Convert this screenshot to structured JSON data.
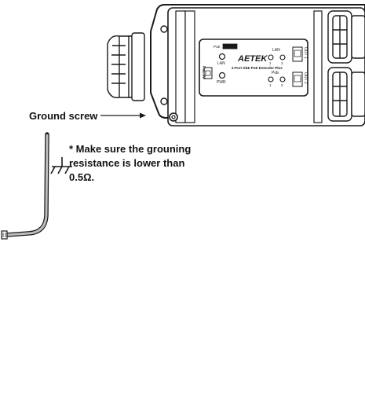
{
  "labels": {
    "ground_screw": "Ground screw",
    "note_line1": "* Make sure the grouning",
    "note_line2": "resistance is lower than",
    "note_line3": "0.5Ω."
  },
  "device": {
    "brand": "AETEK",
    "model": "2-Port GbE PoE Extender Plus",
    "poe_in_label": "PoE IN",
    "poe_sel_label": "PoE",
    "lan_label": "LAN",
    "pwr_label": "PWR",
    "lan_port_label": "LAN",
    "poe_port_label": "PoE",
    "port1_num": "1",
    "port2_num": "2",
    "out1_label": "OUT 1",
    "out2_label": "OUT 2"
  },
  "colors": {
    "line": "#1a1a1a",
    "cable": "#8a8a8a"
  }
}
